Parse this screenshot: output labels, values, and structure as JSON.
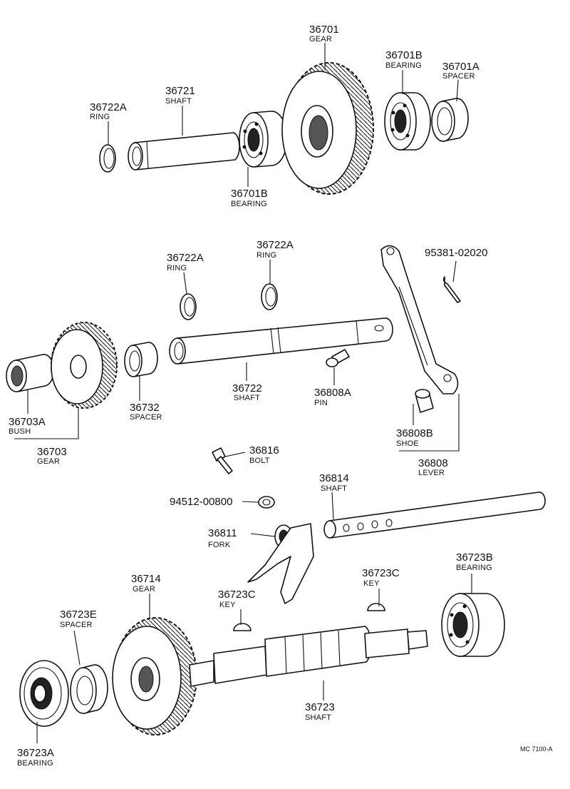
{
  "diagram": {
    "footer_code": "MC  7100-A",
    "callouts": [
      {
        "id": "36701",
        "number": "36701",
        "name": "GEAR"
      },
      {
        "id": "36701B_top",
        "number": "36701B",
        "name": "BEARING"
      },
      {
        "id": "36701A",
        "number": "36701A",
        "name": "SPACER"
      },
      {
        "id": "36721",
        "number": "36721",
        "name": "SHAFT"
      },
      {
        "id": "36722A_top",
        "number": "36722A",
        "name": "RING"
      },
      {
        "id": "36701B_mid",
        "number": "36701B",
        "name": "BEARING"
      },
      {
        "id": "36722A_left",
        "number": "36722A",
        "name": "RING"
      },
      {
        "id": "36722A_right",
        "number": "36722A",
        "name": "RING"
      },
      {
        "id": "95381",
        "number": "95381-02020",
        "name": ""
      },
      {
        "id": "36722",
        "number": "36722",
        "name": "SHAFT"
      },
      {
        "id": "36808A",
        "number": "36808A",
        "name": "PIN"
      },
      {
        "id": "36732",
        "number": "36732",
        "name": "SPACER"
      },
      {
        "id": "36703A",
        "number": "36703A",
        "name": "BUSH"
      },
      {
        "id": "36703",
        "number": "36703",
        "name": "GEAR"
      },
      {
        "id": "36808B",
        "number": "36808B",
        "name": "SHOE"
      },
      {
        "id": "36808",
        "number": "36808",
        "name": "LEVER"
      },
      {
        "id": "36816",
        "number": "36816",
        "name": "BOLT"
      },
      {
        "id": "36814",
        "number": "36814",
        "name": "SHAFT"
      },
      {
        "id": "94512",
        "number": "94512-00800",
        "name": ""
      },
      {
        "id": "36811",
        "number": "36811",
        "name": "FORK"
      },
      {
        "id": "36714",
        "number": "36714",
        "name": "GEAR"
      },
      {
        "id": "36723B",
        "number": "36723B",
        "name": "BEARING"
      },
      {
        "id": "36723C_right",
        "number": "36723C",
        "name": "KEY"
      },
      {
        "id": "36723C_left",
        "number": "36723C",
        "name": "KEY"
      },
      {
        "id": "36723E",
        "number": "36723E",
        "name": "SPACER"
      },
      {
        "id": "36723",
        "number": "36723",
        "name": "SHAFT"
      },
      {
        "id": "36723A",
        "number": "36723A",
        "name": "BEARING"
      }
    ]
  }
}
